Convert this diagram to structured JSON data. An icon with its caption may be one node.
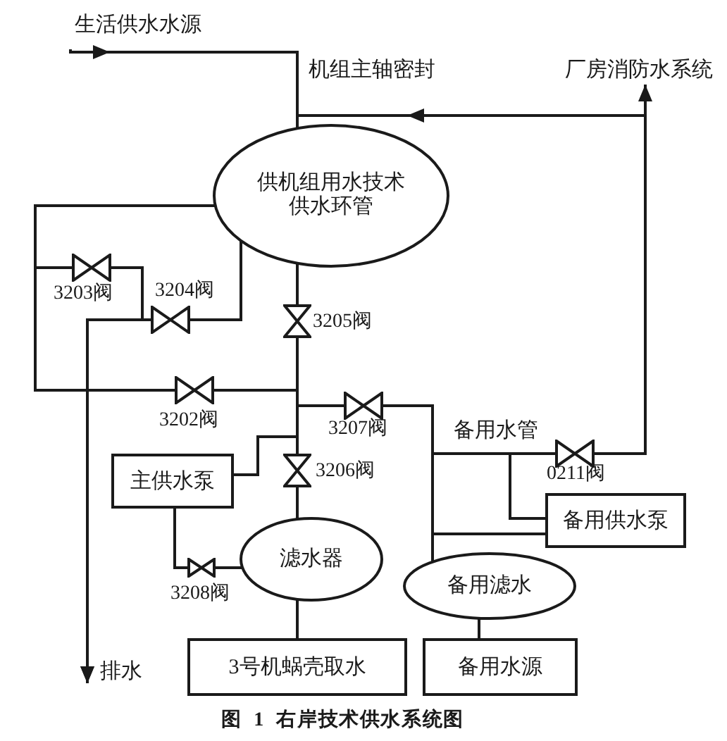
{
  "diagram": {
    "caption": "图 1 右岸技术供水系统图",
    "nodes": [
      {
        "text": [
          "生活供水水源"
        ]
      },
      {
        "text": [
          "厂房消防水系统"
        ]
      },
      {
        "text": [
          "供机组用水技术供水环管"
        ]
      },
      {
        "text": [],
        "shape": "valve",
        "beside": [
          "3203阀"
        ]
      },
      {
        "text": [],
        "shape": "valve",
        "beside": [
          "3204阀"
        ]
      },
      {
        "text": [],
        "shape": "valve",
        "beside": [
          "3205阀"
        ]
      },
      {
        "text": [],
        "shape": "valve",
        "beside": [
          "3202阀"
        ]
      },
      {
        "text": [],
        "shape": "valve",
        "beside": [
          "3207阀"
        ]
      },
      {
        "text": [],
        "shape": "valve",
        "beside": [
          "0211阀"
        ]
      },
      {
        "text": [
          "主供水泵"
        ]
      },
      {
        "text": [],
        "shape": "valve",
        "beside": [
          "3206阀"
        ]
      },
      {
        "text": [
          "备用供水泵"
        ]
      },
      {
        "text": [
          "滤水器"
        ]
      },
      {
        "text": [
          "备用滤水"
        ]
      },
      {
        "text": [],
        "shape": "valve",
        "beside": [
          "3208阀"
        ]
      },
      {
        "text": [
          "3号机蜗壳取水"
        ]
      },
      {
        "text": [
          "备用水源"
        ]
      },
      {
        "text": [
          "排水"
        ]
      }
    ],
    "edges": [
      {
        "from": 0,
        "to": 2,
        "arrow": "to"
      },
      {
        "from": 8,
        "to": 1,
        "arrow": "to"
      },
      {
        "from": 8,
        "to": 2,
        "arrow": "to"
      },
      {
        "from": 2,
        "to": 3,
        "arrow": "none"
      },
      {
        "from": 2,
        "to": 6,
        "arrow": "none"
      },
      {
        "from": 3,
        "to": 17,
        "arrow": "to"
      },
      {
        "from": 4,
        "to": 17,
        "arrow": "to"
      },
      {
        "from": 2,
        "to": 4,
        "arrow": "none"
      },
      {
        "from": 2,
        "to": 5,
        "arrow": "none"
      },
      {
        "from": 10,
        "to": 5,
        "arrow": "none"
      },
      {
        "from": 9,
        "to": 5,
        "arrow": "none"
      },
      {
        "from": 6,
        "to": 5,
        "arrow": "none"
      },
      {
        "from": 7,
        "to": 5,
        "arrow": "none"
      },
      {
        "from": 7,
        "to": 8,
        "arrow": "none"
      },
      {
        "from": 11,
        "to": 8,
        "arrow": "none"
      },
      {
        "from": 13,
        "to": 11,
        "arrow": "none"
      },
      {
        "from": 13,
        "to": 7,
        "arrow": "none"
      },
      {
        "from": 9,
        "to": 14,
        "arrow": "none"
      },
      {
        "from": 14,
        "to": 12,
        "arrow": "none"
      },
      {
        "from": 12,
        "to": 10,
        "arrow": "none"
      },
      {
        "from": 15,
        "to": 12,
        "arrow": "none"
      },
      {
        "from": 16,
        "to": 13,
        "arrow": "none"
      }
    ],
    "labels": [
      "机组主轴密封",
      "备用水管"
    ]
  }
}
